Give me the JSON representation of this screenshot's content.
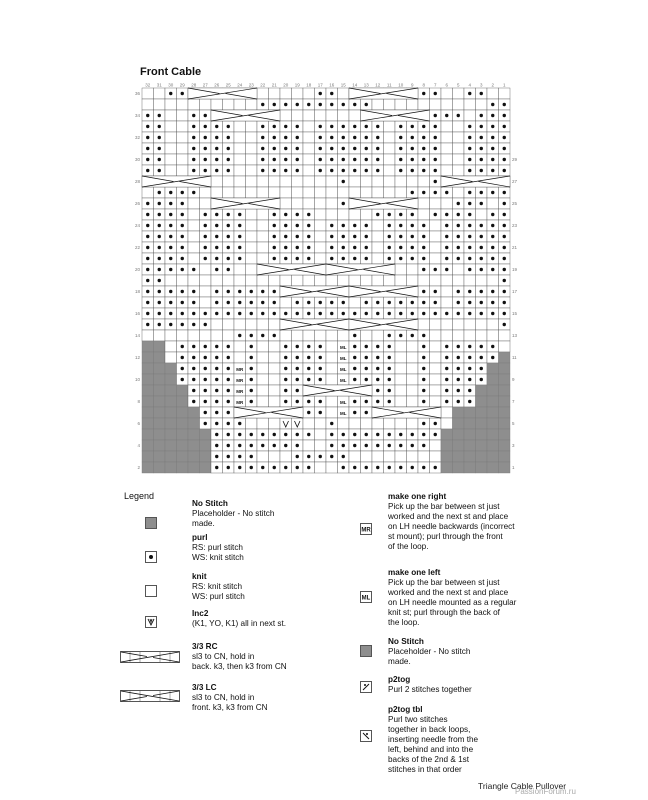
{
  "title": "Front Cable",
  "legend_title": "Legend",
  "legend": {
    "no_stitch": {
      "title": "No Stitch",
      "desc": "Placeholder - No stitch\nmade."
    },
    "purl": {
      "title": "purl",
      "desc": "RS: purl stitch\nWS: knit stitch"
    },
    "knit": {
      "title": "knit",
      "desc": "RS: knit stitch\nWS: purl stitch"
    },
    "inc2": {
      "title": "Inc2",
      "desc": "(K1, YO, K1) all in next st."
    },
    "rc33": {
      "title": "3/3 RC",
      "desc": "sl3 to CN, hold in\nback. k3, then k3 from CN"
    },
    "lc33": {
      "title": "3/3 LC",
      "desc": "sl3 to CN, hold in\nfront. k3, k3 from CN"
    },
    "m1r": {
      "title": "make one right",
      "desc": "Pick up the bar between st just\nworked and the next st and place\non LH needle backwards (incorrect\nst mount); purl through the front\nof the loop."
    },
    "m1l": {
      "title": "make one left",
      "desc": "Pick up the bar between st just\nworked and the next st and place\non LH needle mounted as a regular\nknit st; purl through the back of\nthe loop."
    },
    "no_stitch2": {
      "title": "No Stitch",
      "desc": "Placeholder - No stitch\nmade."
    },
    "p2tog": {
      "title": "p2tog",
      "desc": "Purl 2 stitches together"
    },
    "p2togtbl": {
      "title": "p2tog tbl",
      "desc": "Purl two stitches\ntogether in back loops,\ninserting needle from the\nleft, behind and into the\nbacks of the 2nd & 1st\nstitches in that order"
    }
  },
  "symbol_icons": {
    "no_stitch": "gray-square-icon",
    "purl": "dot-icon",
    "knit": "empty-square-icon",
    "inc2": "v-inc-icon",
    "rc33": "cable-right-icon",
    "lc33": "cable-left-icon",
    "m1r": "m1r-icon",
    "m1l": "m1l-icon",
    "p2tog": "p2tog-icon",
    "p2togtbl": "p2togtbl-icon"
  },
  "colors": {
    "no_stitch": "#8e8e8e",
    "grid": "#555555",
    "ink": "#111111"
  },
  "footer": "Triangle Cable Pullover",
  "watermark": "PassionForum.ru",
  "chart": {
    "cols": 32,
    "rows": 35,
    "right_row_labels": [
      "29",
      "27",
      "25",
      "23",
      "21",
      "19",
      "17",
      "15",
      "13",
      "11",
      "9",
      "7",
      "5",
      "3",
      "1"
    ],
    "left_row_labels": [
      "36",
      "34",
      "32",
      "30",
      "28",
      "26",
      "24",
      "22",
      "20",
      "18",
      "16",
      "14",
      "12",
      "10",
      "8",
      "6",
      "4",
      "2"
    ],
    "col_labels": [
      "32",
      "31",
      "30",
      "29",
      "28",
      "27",
      "26",
      "25",
      "24",
      "23",
      "22",
      "21",
      "20",
      "19",
      "18",
      "17",
      "16",
      "15",
      "14",
      "13",
      "12",
      "11",
      "10",
      "9",
      "8",
      "7",
      "6",
      "5",
      "4",
      "3",
      "2",
      "1"
    ],
    "grid_rows": [
      "..##..##.......##.......##..##..",
      "..........##########..........##",
      "##..####.............##.####.###",
      "##..####..####.######.####..####",
      "##..####..####.######.####..####",
      "##..####..####.######.####..####",
      "##..####..####.######.####..####",
      "##..####..####.######.####..####",
      ".................#.......##.....",
      ".####..................####.####",
      "####....####.....#.####....###.#",
      "####.####..####.....####.####.##",
      "####.####..####.####.####.######",
      "####.####..####.####.####.######",
      "####.####..####.####.####.######",
      "####.####..####.####.####.######",
      "#####.##....###.#.###...###.####",
      "##.............................#",
      "#####.######..####.#######.#####",
      "#####.######.#####.#######.#####",
      "################################",
      "######.........................#",
      "........####......#..####.......",
      "GG.#####.#..####.L####..#.#####.",
      "GG.#####.#..####.L####..#.#####G",
      "GGG#####R#..####.L####..#.####GG",
      "GGG#####R#..####.L####..#.####GG",
      "GGGG####R#..####.L####..#.###GGG",
      "GGGG####R#..####.L####..#.###GGG",
      "GGGGG###.#..####.L####..#..GGGGG",
      "GGGGG####...VV..#.......##.GGGGG",
      "GGGGGG#########.##########GGGGGG",
      "GGGGGG########..#########.GGGGGG",
      "GGGGGG####...#####........GGGGGG",
      "GGGGGG#########..#########GGGGGG"
    ],
    "cables": [
      {
        "row": 0,
        "start": 4,
        "span": 6
      },
      {
        "row": 0,
        "start": 18,
        "span": 6
      },
      {
        "row": 2,
        "start": 6,
        "span": 6
      },
      {
        "row": 2,
        "start": 19,
        "span": 6
      },
      {
        "row": 8,
        "start": 0,
        "span": 6
      },
      {
        "row": 8,
        "start": 26,
        "span": 6
      },
      {
        "row": 10,
        "start": 6,
        "span": 6
      },
      {
        "row": 10,
        "start": 18,
        "span": 6
      },
      {
        "row": 16,
        "start": 10,
        "span": 6
      },
      {
        "row": 16,
        "start": 16,
        "span": 6
      },
      {
        "row": 18,
        "start": 12,
        "span": 6
      },
      {
        "row": 18,
        "start": 18,
        "span": 6
      },
      {
        "row": 21,
        "start": 12,
        "span": 6
      },
      {
        "row": 21,
        "start": 18,
        "span": 6
      },
      {
        "row": 27,
        "start": 14,
        "span": 6
      },
      {
        "row": 29,
        "start": 8,
        "span": 6
      },
      {
        "row": 29,
        "start": 20,
        "span": 6
      }
    ]
  }
}
